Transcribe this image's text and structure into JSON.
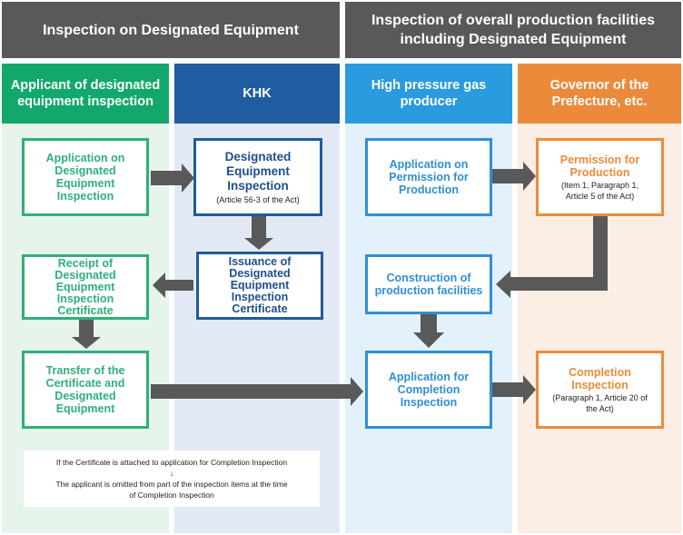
{
  "headers": {
    "left": "Inspection on Designated Equipment",
    "right": "Inspection of overall production facilities\nincluding Designated Equipment"
  },
  "columns": [
    {
      "label": "Applicant of designated\nequipment inspection",
      "color": "#12a86b",
      "lane": "#e6f4ec"
    },
    {
      "label": "KHK",
      "color": "#1f5ca0",
      "lane": "#e3e9f4"
    },
    {
      "label": "High pressure gas\nproducer",
      "color": "#2b9be0",
      "lane": "#e2f1fb"
    },
    {
      "label": "Governor of the\nPrefecture, etc.",
      "color": "#ec8a3c",
      "lane": "#fbeee4"
    }
  ],
  "boxes": {
    "app_designated": {
      "title": "Application on\nDesignated\nEquipment\nInspection"
    },
    "designated_inspection": {
      "title": "Designated\nEquipment\nInspection",
      "sub": "(Article 56-3 of the Act)"
    },
    "receipt": {
      "title": "Receipt of\nDesignated\nEquipment\nInspection\nCertificate"
    },
    "issuance": {
      "title": "Issuance of\nDesignated\nEquipment\nInspection\nCertificate"
    },
    "transfer": {
      "title": "Transfer of the\nCertificate and\nDesignated\nEquipment"
    },
    "app_permission": {
      "title": "Application on\nPermission for\nProduction"
    },
    "permission": {
      "title": "Permission for\nProduction",
      "sub": "(Item 1, Paragraph 1,\nArticle 5 of the Act)"
    },
    "construction": {
      "title": "Construction of\nproduction facilities"
    },
    "app_completion": {
      "title": "Application for\nCompletion\nInspection"
    },
    "completion": {
      "title": "Completion\nInspection",
      "sub": "(Paragraph 1, Article 20 of\nthe Act)"
    }
  },
  "note": "If the Certificate is attached to application for Completion Inspection\n↓\nThe applicant is omitted from part of the inspection items at the time\nof Completion Inspection",
  "arrow_color": "#595959"
}
